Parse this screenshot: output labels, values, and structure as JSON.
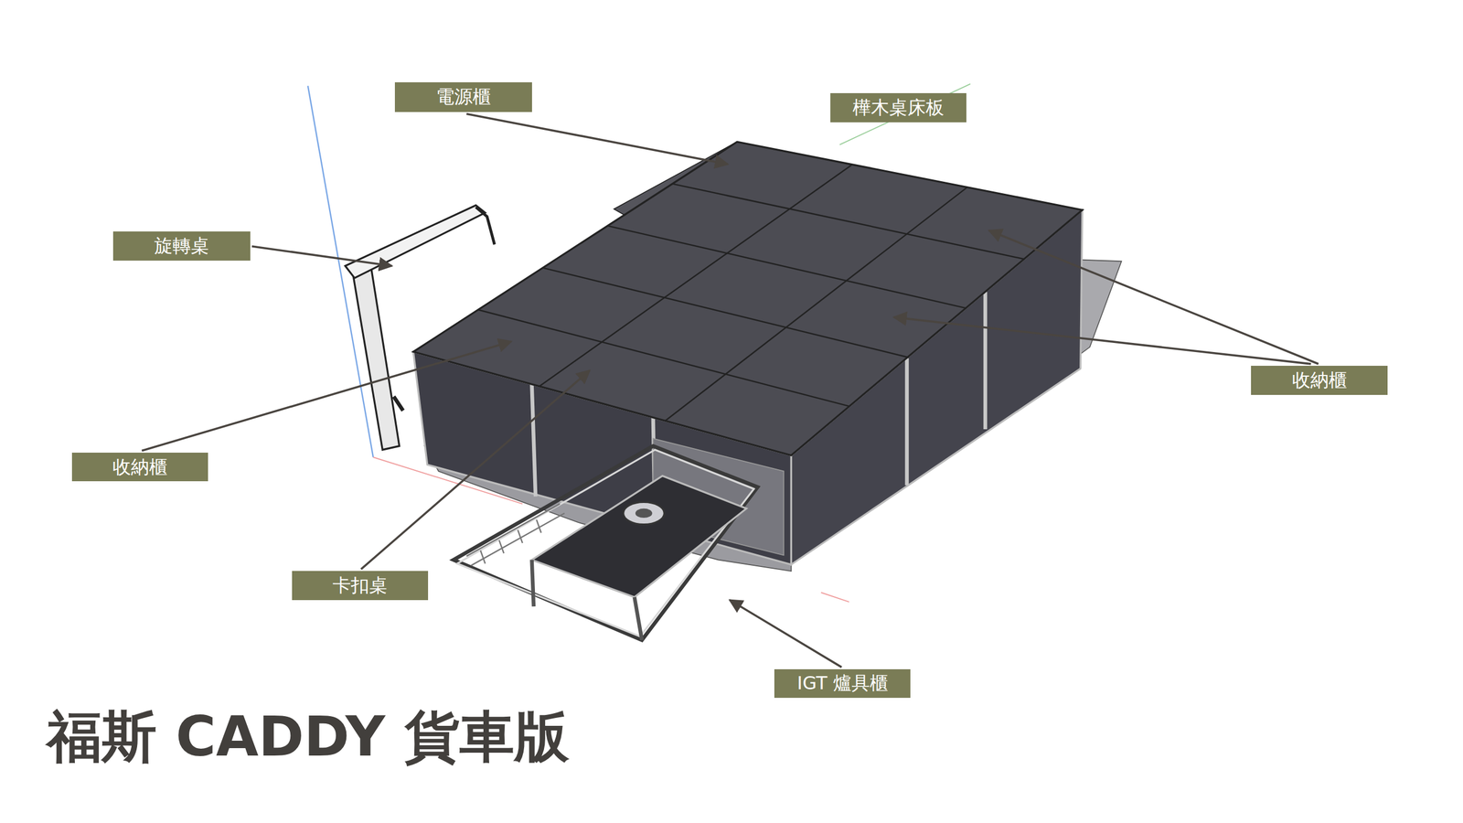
{
  "diagram": {
    "title": "福斯 CADDY 貨車版",
    "nodes": [
      {
        "text": [
          "電源櫃"
        ]
      },
      {
        "text": [
          "樺木桌床板"
        ]
      },
      {
        "text": [
          "旋轉桌"
        ]
      },
      {
        "text": [
          "收納櫃"
        ]
      },
      {
        "text": [
          "收納櫃"
        ]
      },
      {
        "text": [
          "卡扣桌"
        ]
      },
      {
        "text": [
          "IGT 爐具櫃"
        ]
      }
    ]
  }
}
